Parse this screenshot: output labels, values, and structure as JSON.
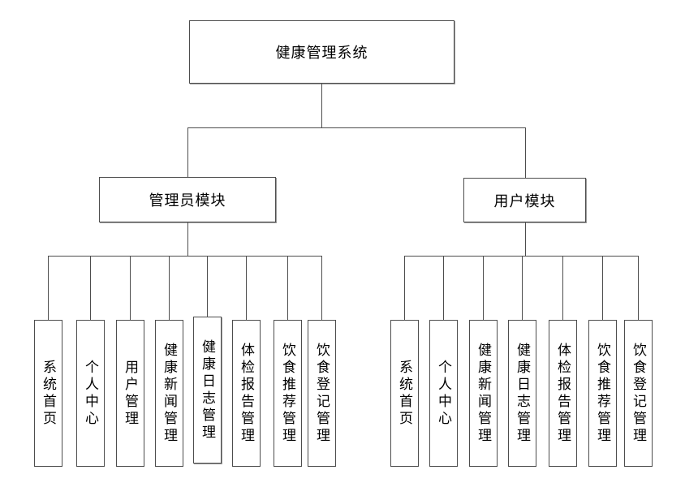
{
  "diagram": {
    "title": "健康管理系统",
    "modules": [
      {
        "label": "管理员模块",
        "children": [
          "系统首页",
          "个人中心",
          "用户管理",
          "健康新闻管理",
          "健康日志管理",
          "体检报告管理",
          "饮食推荐管理",
          "饮食登记管理"
        ]
      },
      {
        "label": "用户模块",
        "children": [
          "系统首页",
          "个人中心",
          "健康新闻管理",
          "健康日志管理",
          "体检报告管理",
          "饮食推荐管理",
          "饮食登记管理"
        ]
      }
    ],
    "colors": {
      "background": "#ffffff",
      "box_border": "#4d4d4d",
      "connector": "#4d4d4d",
      "text": "#000000"
    }
  }
}
